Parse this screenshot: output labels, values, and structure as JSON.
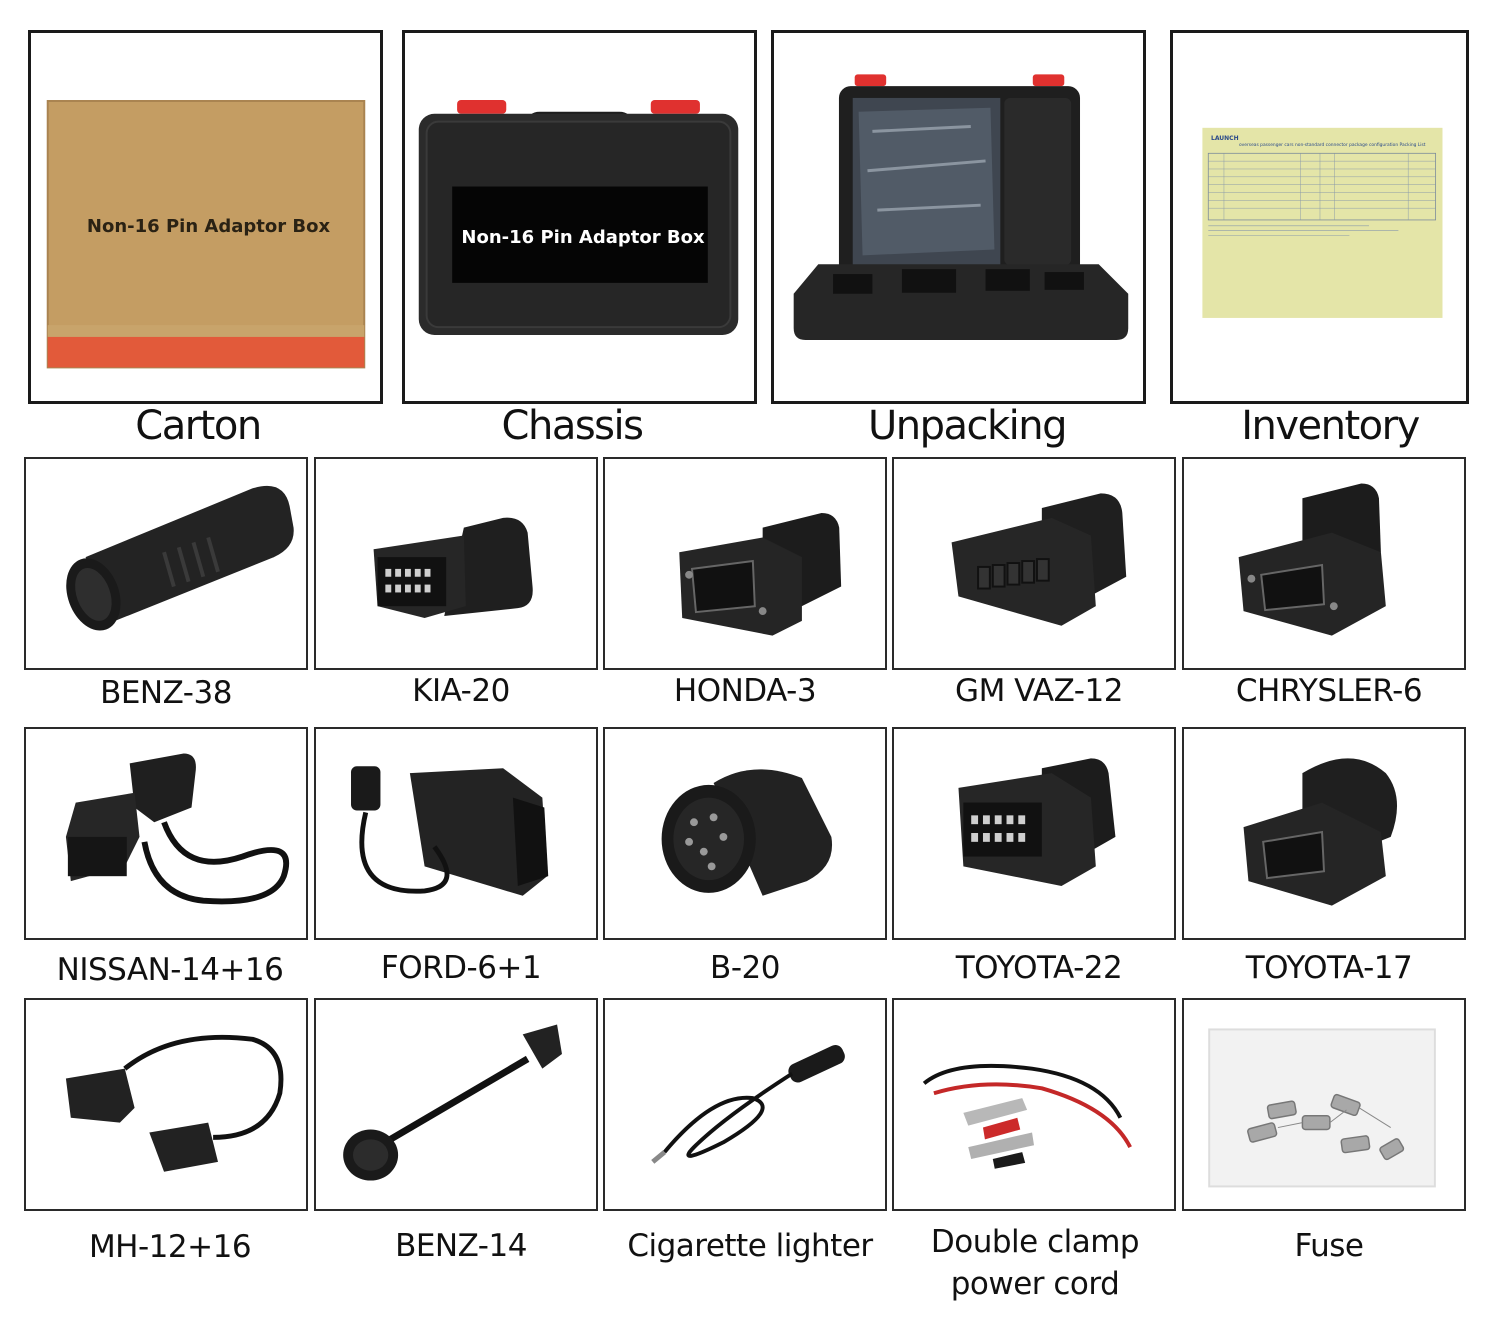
{
  "top_row": [
    {
      "caption": "Carton",
      "box_text": "Non-16 Pin Adaptor Box"
    },
    {
      "caption": "Chassis",
      "box_text": "Non-16 Pin Adaptor Box"
    },
    {
      "caption": "Unpacking"
    },
    {
      "caption": "Inventory",
      "sheet_brand": "LAUNCH",
      "sheet_title": "overseas passenger cars non-standard connector package configuration Packing List"
    }
  ],
  "items": [
    {
      "label": "BENZ-38",
      "icon": "round-connector-icon"
    },
    {
      "label": "KIA-20",
      "icon": "rect-adapter-icon"
    },
    {
      "label": "HONDA-3",
      "icon": "db-adapter-icon"
    },
    {
      "label": "GM VAZ-12",
      "icon": "wide-adapter-icon"
    },
    {
      "label": "CHRYSLER-6",
      "icon": "db-adapter-icon"
    },
    {
      "label": "NISSAN-14+16",
      "icon": "cable-adapter-icon"
    },
    {
      "label": "FORD-6+1",
      "icon": "cable-adapter-icon"
    },
    {
      "label": "B-20",
      "icon": "round-elbow-icon"
    },
    {
      "label": "TOYOTA-22",
      "icon": "rect-adapter-icon"
    },
    {
      "label": "TOYOTA-17",
      "icon": "round-db-adapter-icon"
    },
    {
      "label": "MH-12+16",
      "icon": "y-cable-icon"
    },
    {
      "label": "BENZ-14",
      "icon": "cable-icon"
    },
    {
      "label": "Cigarette lighter",
      "icon": "cigarette-cable-icon"
    },
    {
      "label": "Double clamp power cord",
      "icon": "clamp-cable-icon"
    },
    {
      "label": "Fuse",
      "icon": "fuse-bag-icon"
    }
  ]
}
